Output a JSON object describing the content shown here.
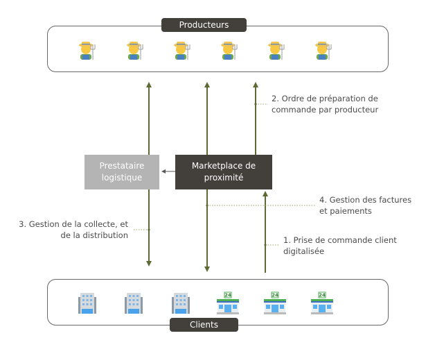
{
  "producers": {
    "label": "Producteurs",
    "count": 6,
    "icon": "farmer-icon"
  },
  "clients": {
    "label": "Clients",
    "icons": [
      "office-building-icon",
      "office-building-icon",
      "office-building-icon",
      "convenience-store-icon",
      "convenience-store-icon",
      "convenience-store-icon"
    ]
  },
  "logistics": {
    "line1": "Prestataire",
    "line2": "logistique"
  },
  "marketplace": {
    "line1": "Marketplace de",
    "line2": "proximité"
  },
  "steps": {
    "s1": {
      "line1": "1. Prise de commande client",
      "line2": "digitalisée"
    },
    "s2": {
      "line1": "2. Ordre de préparation de",
      "line2": "commande par producteur"
    },
    "s3": {
      "line1": "3. Gestion de la collecte, et",
      "line2": "de la distribution"
    },
    "s4": {
      "line1": "4. Gestion des factures",
      "line2": "et paiements"
    }
  },
  "colors": {
    "arrow": "#5e6a35",
    "dark": "#433f3a",
    "gray": "#b4b4b4",
    "dotted": "#9aa36a"
  }
}
